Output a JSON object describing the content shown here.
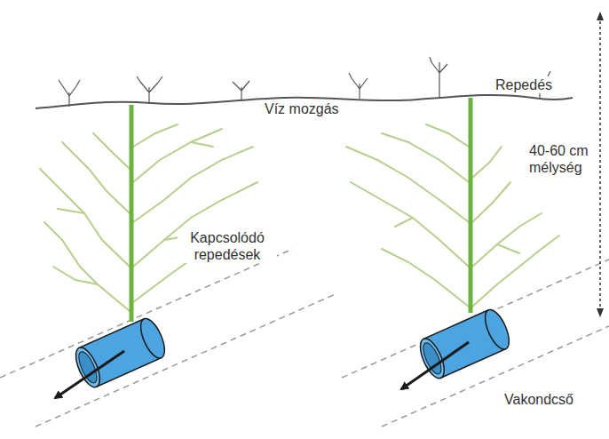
{
  "diagram": {
    "labels": [
      "Víz mozgás",
      "Repedés",
      "40-60 cm mélység",
      "Kapcsolódó repedések",
      "Vakondcső"
    ]
  }
}
